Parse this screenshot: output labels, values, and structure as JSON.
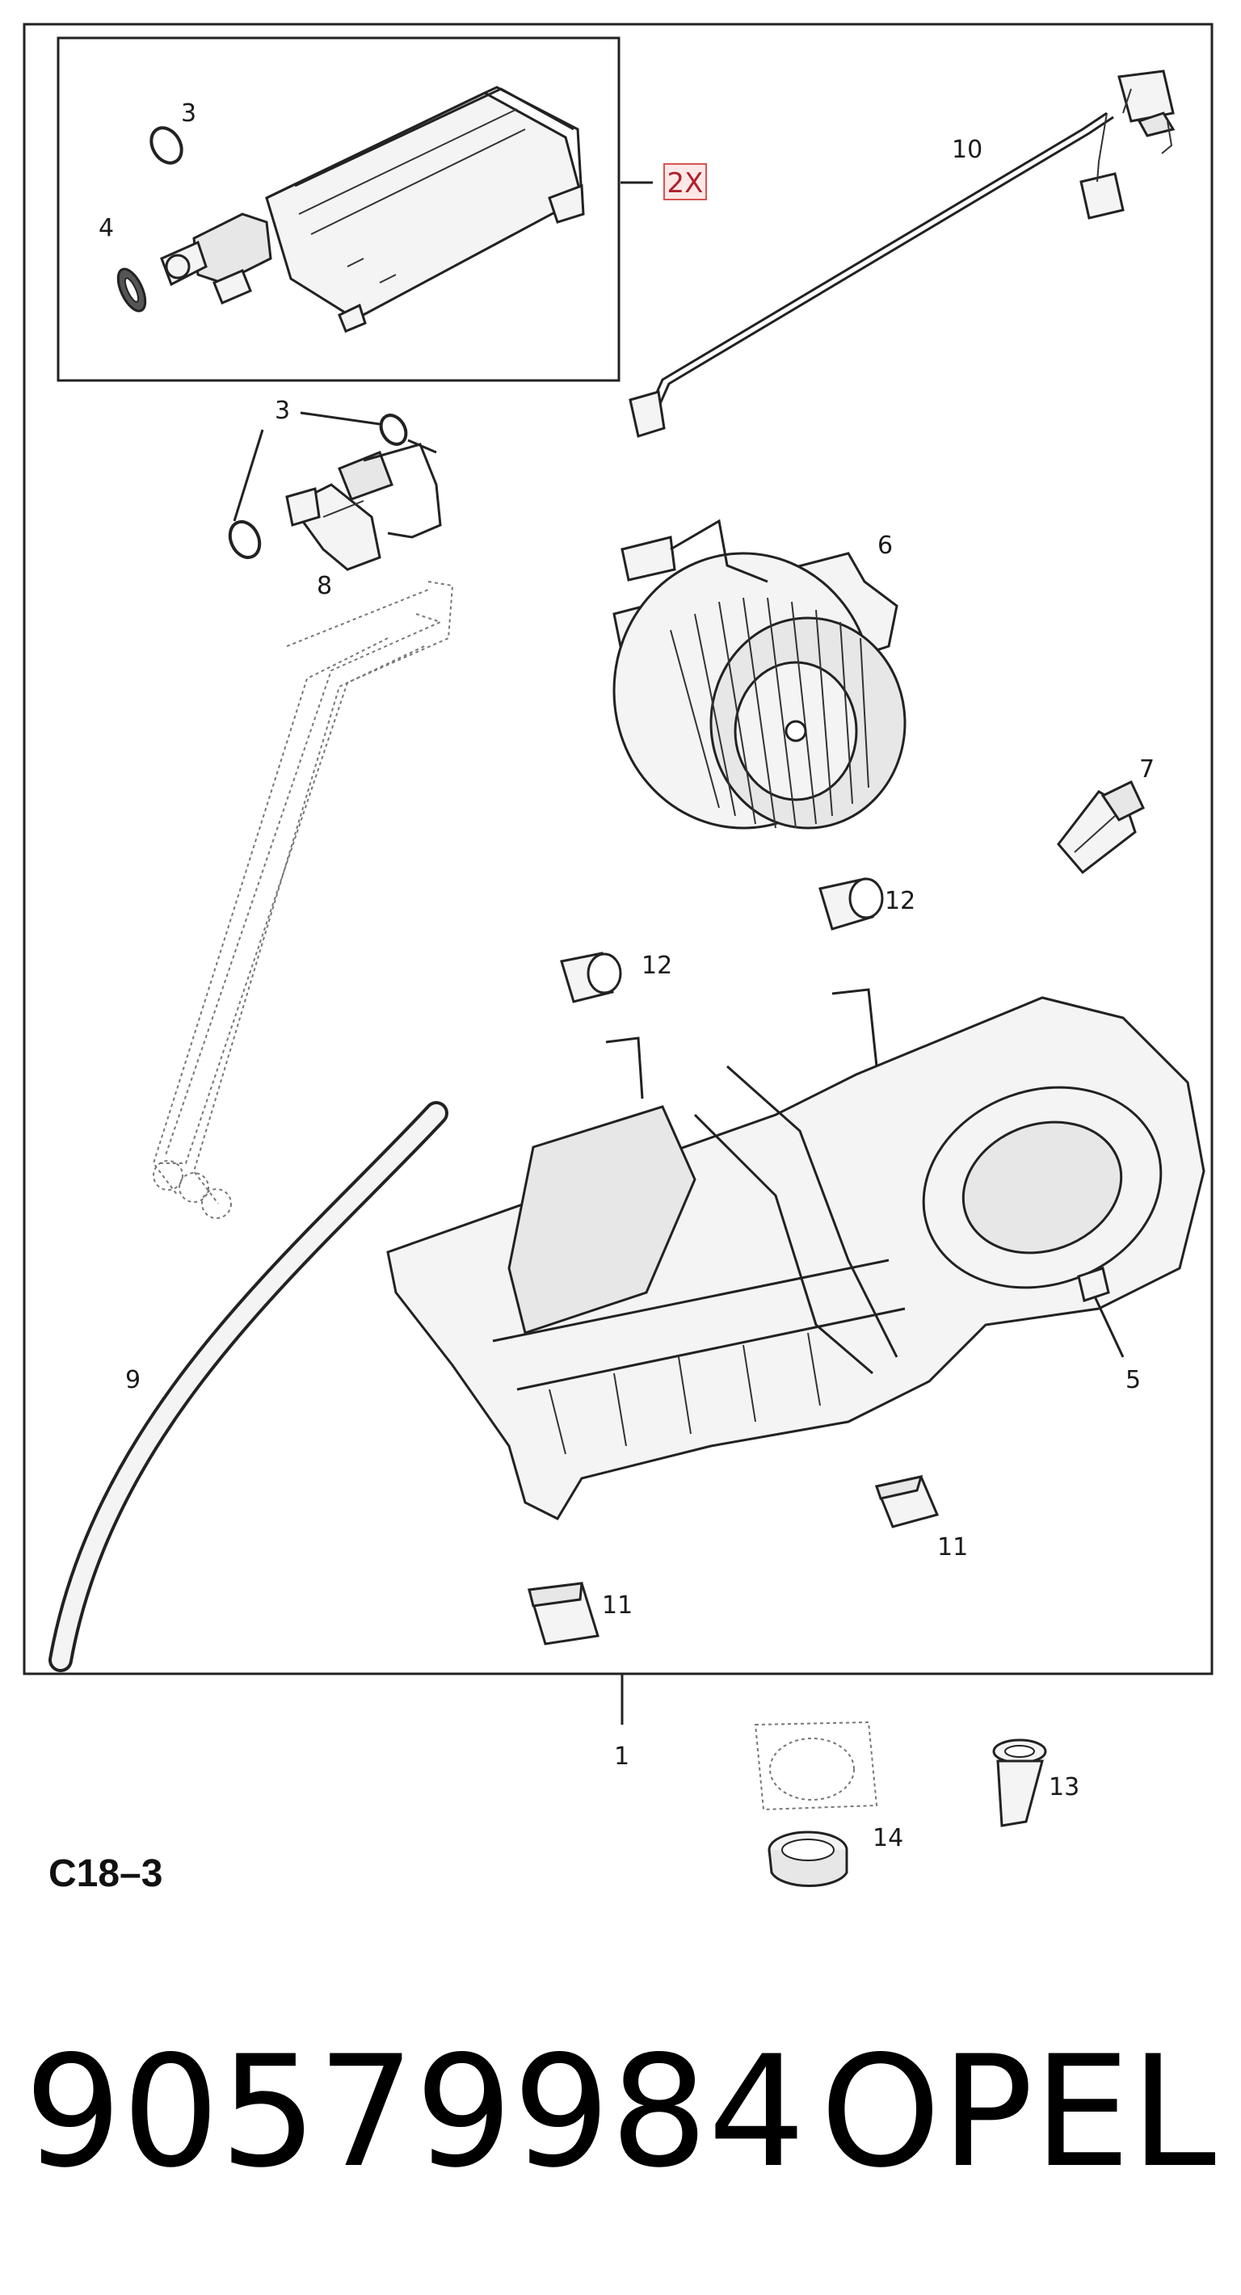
{
  "diagram": {
    "group_code": "C18–3",
    "part_number": "90579984",
    "brand": "OPEL",
    "quantity_tag": "2X",
    "callouts": {
      "c1": "1",
      "c3a": "3",
      "c3b": "3",
      "c4": "4",
      "c5": "5",
      "c6": "6",
      "c7": "7",
      "c8": "8",
      "c9": "9",
      "c10": "10",
      "c11a": "11",
      "c11b": "11",
      "c12a": "12",
      "c12b": "12",
      "c13": "13",
      "c14": "14"
    },
    "colors": {
      "quantity_tag_border": "#d9534f",
      "quantity_tag_fill": "#fde8e8",
      "line": "#222222"
    }
  }
}
